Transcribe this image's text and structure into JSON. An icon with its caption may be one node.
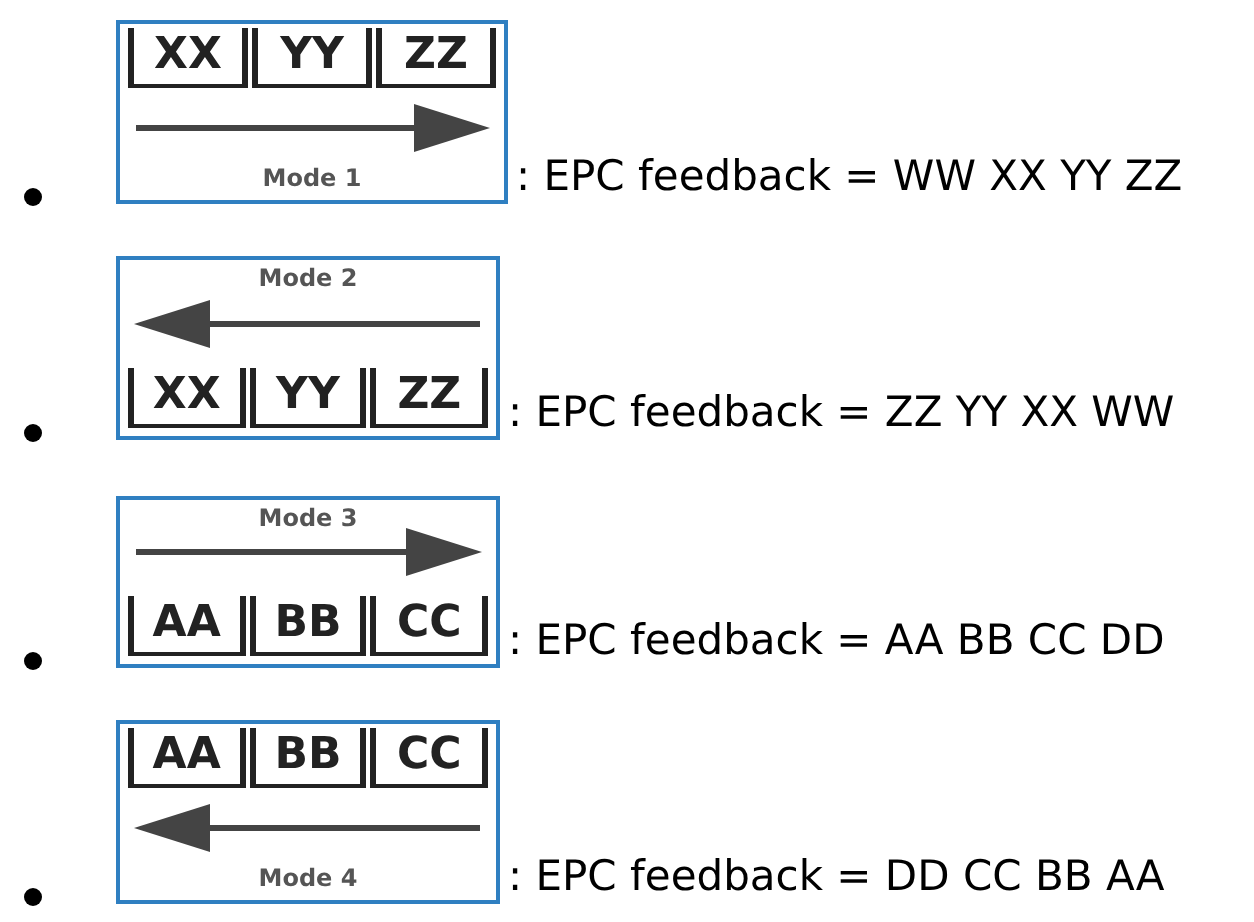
{
  "diagram": {
    "nodes": [
      {
        "text": [
          "Mode 1"
        ]
      },
      {
        "text": [
          "XX"
        ],
        "in": 0
      },
      {
        "text": [
          "YY"
        ],
        "in": 0
      },
      {
        "text": [
          "ZZ"
        ],
        "in": 0
      },
      {
        "text": [
          "Mode 2"
        ]
      },
      {
        "text": [
          "XX"
        ],
        "in": 4
      },
      {
        "text": [
          "YY"
        ],
        "in": 4
      },
      {
        "text": [
          "ZZ"
        ],
        "in": 4
      },
      {
        "text": [
          "Mode 3"
        ]
      },
      {
        "text": [
          "AA"
        ],
        "in": 8
      },
      {
        "text": [
          "BB"
        ],
        "in": 8
      },
      {
        "text": [
          "CC"
        ],
        "in": 8
      },
      {
        "text": [
          "Mode 4"
        ]
      },
      {
        "text": [
          "AA"
        ],
        "in": 12
      },
      {
        "text": [
          "BB"
        ],
        "in": 12
      },
      {
        "text": [
          "CC"
        ],
        "in": 12
      }
    ],
    "labels": [
      ": EPC feedback = WW XX YY ZZ",
      ": EPC feedback = ZZ YY XX WW",
      ": EPC feedback = AA BB CC DD",
      ": EPC feedback = DD CC BB AA"
    ]
  }
}
